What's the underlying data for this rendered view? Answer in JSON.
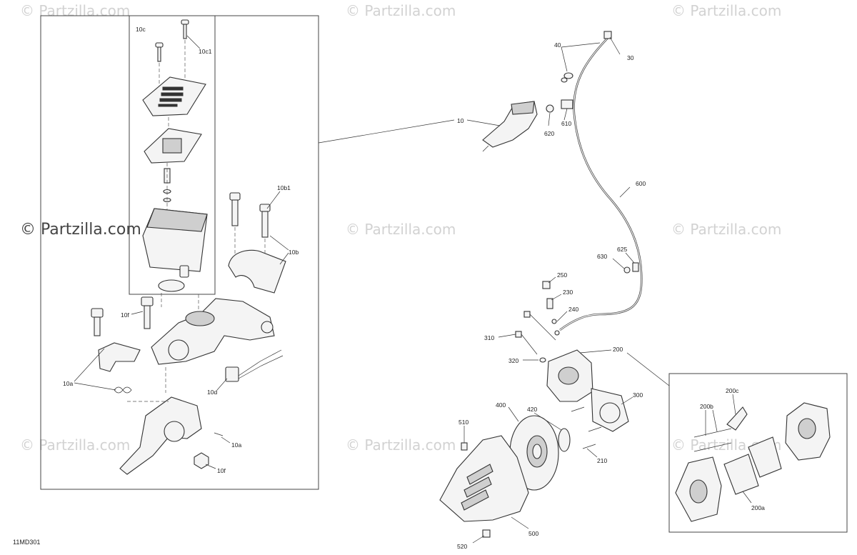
{
  "watermark": "© Partzilla.com",
  "diagram_code": "11MD301",
  "labels": {
    "l10c": "10c",
    "l10c1": "10c1",
    "l10b1": "10b1",
    "l10b": "10b",
    "l10f_top": "10f",
    "l10f_bot": "10f",
    "l10a_left": "10a",
    "l10a_right": "10a",
    "l10d": "10d",
    "l10": "10",
    "l40": "40",
    "l30": "30",
    "l620": "620",
    "l610": "610",
    "l600": "600",
    "l625": "625",
    "l630": "630",
    "l250": "250",
    "l230": "230",
    "l240": "240",
    "l310": "310",
    "l320": "320",
    "l200": "200",
    "l300": "300",
    "l400": "400",
    "l420": "420",
    "l510": "510",
    "l210": "210",
    "l500": "500",
    "l520": "520",
    "l200c": "200c",
    "l200b": "200b",
    "l200a": "200a"
  }
}
